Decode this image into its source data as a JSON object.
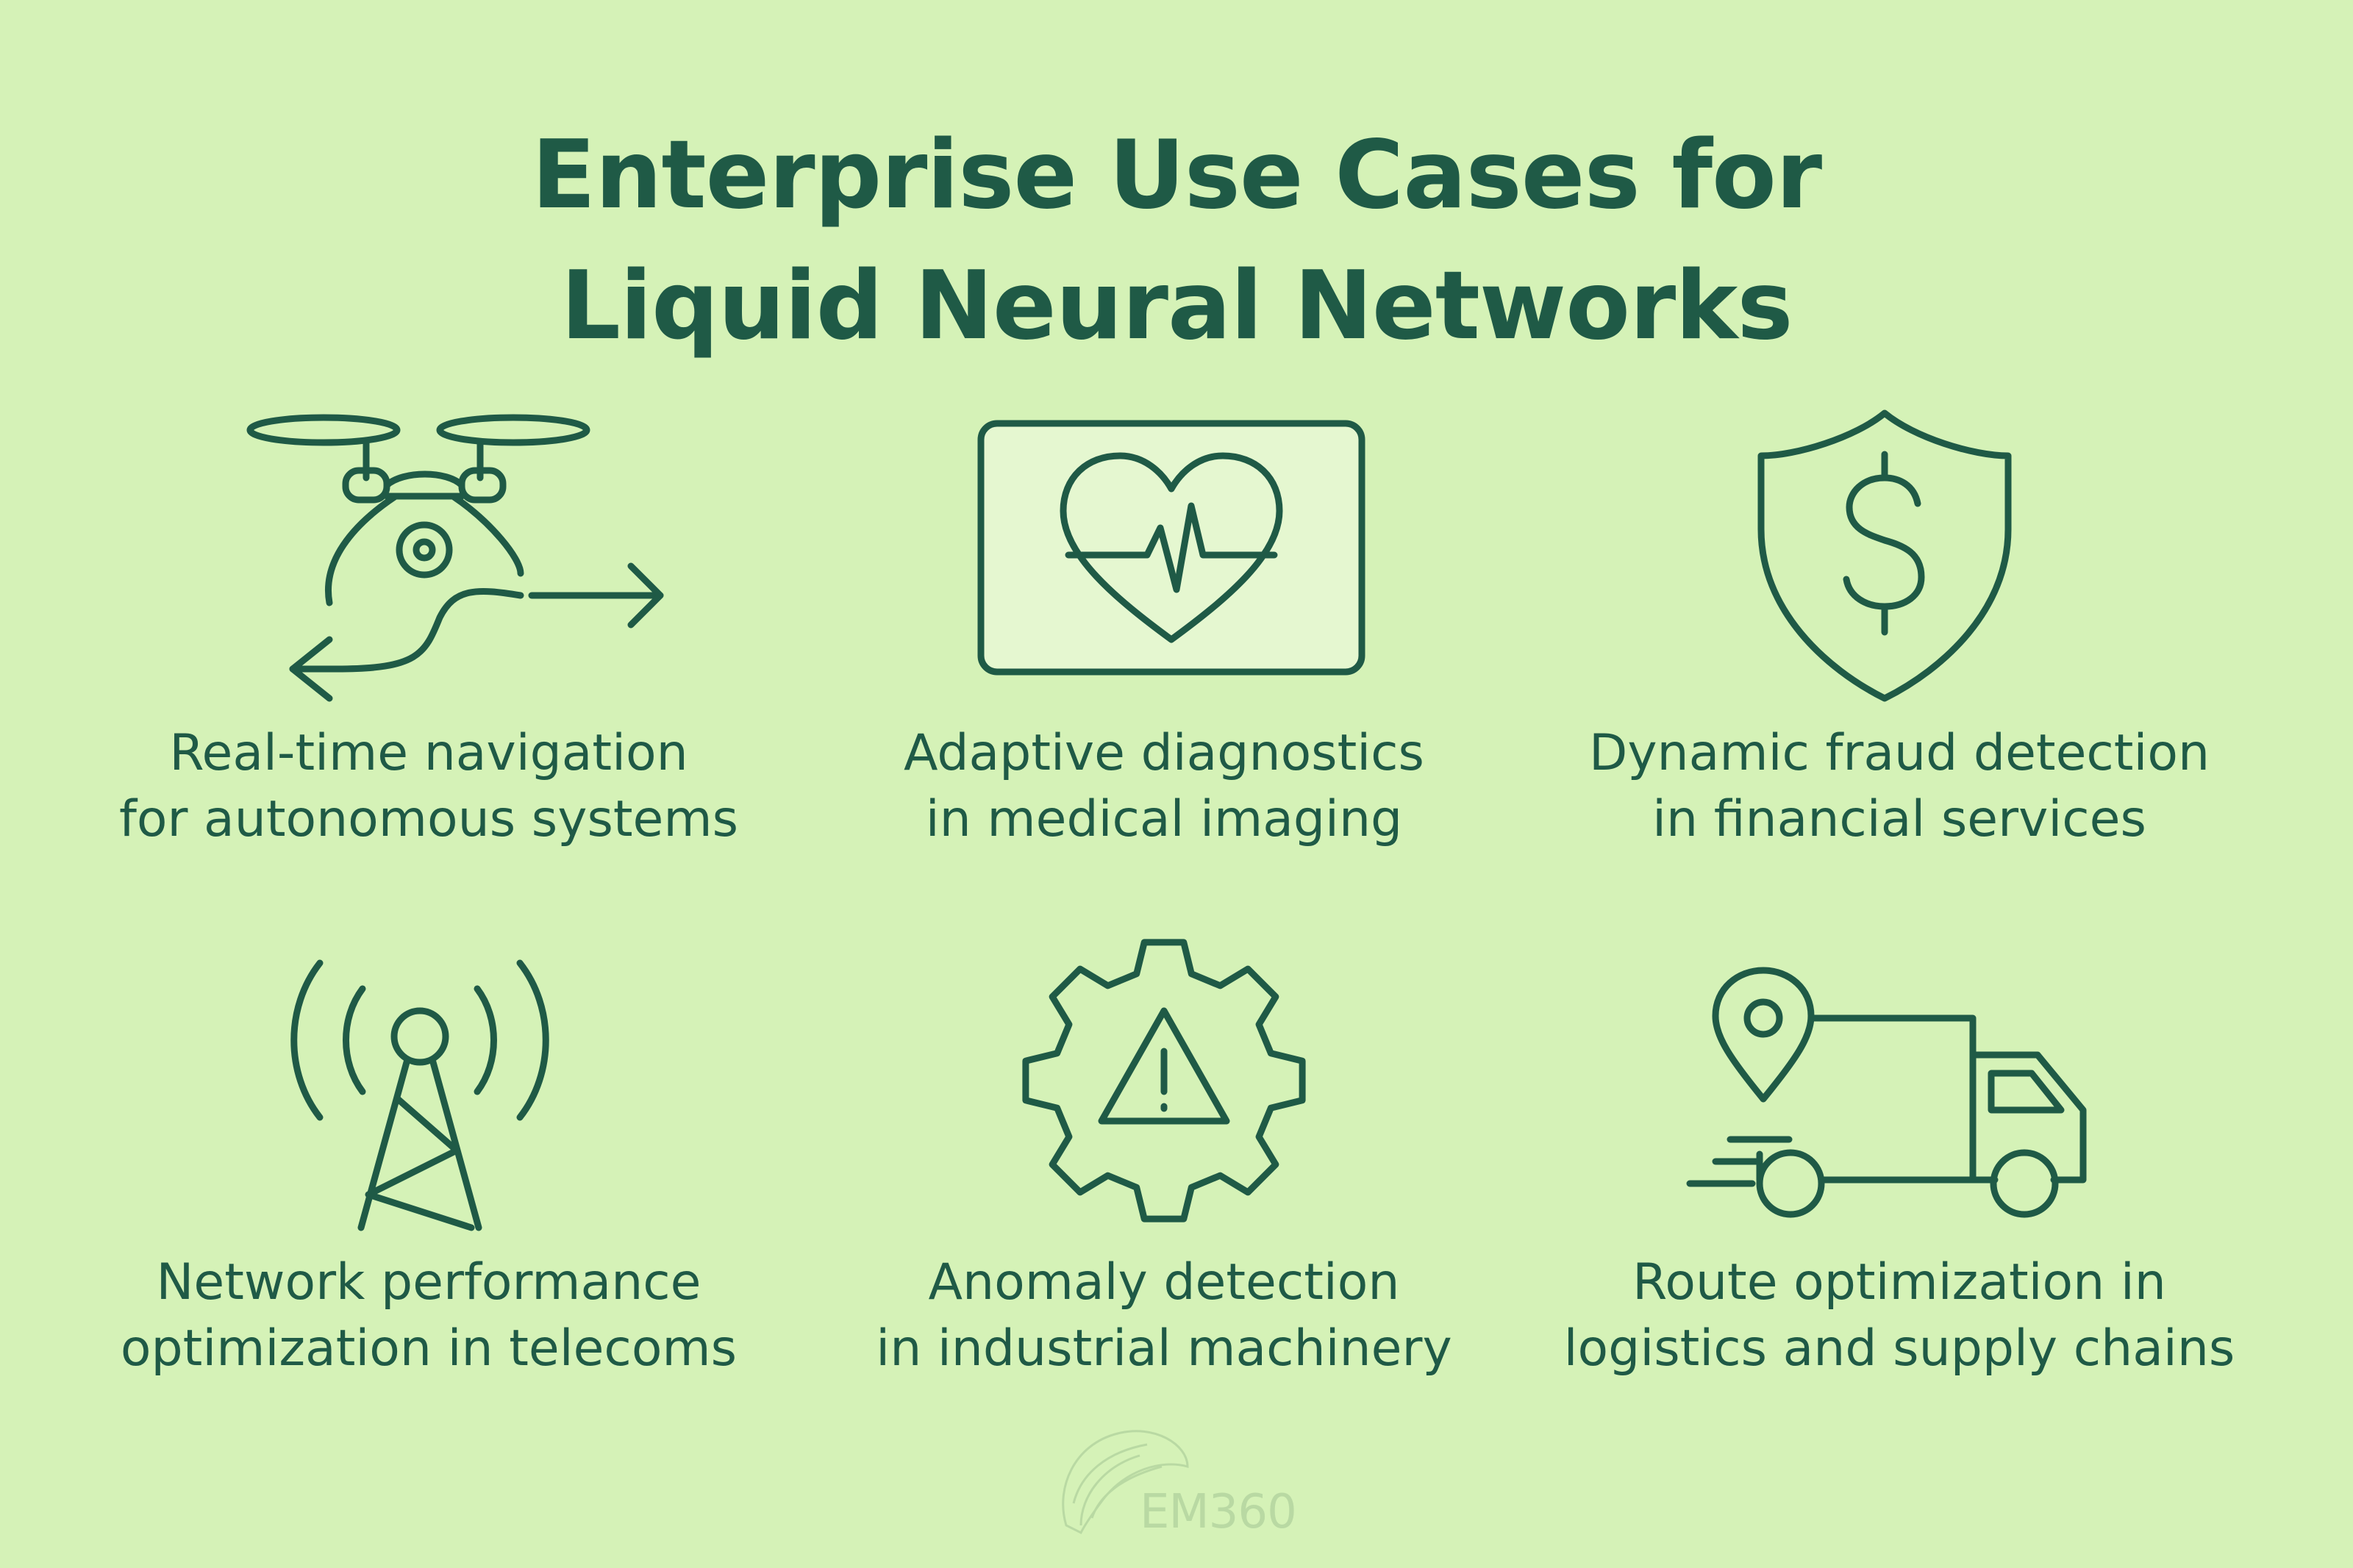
{
  "title": {
    "line1": "Enterprise Use Cases for",
    "line2": "Liquid Neural Networks"
  },
  "cards": [
    {
      "icon": "drone-navigation-icon",
      "line1": "Real-time navigation",
      "line2": "for autonomous systems"
    },
    {
      "icon": "heart-monitor-icon",
      "line1": "Adaptive diagnostics",
      "line2": "in medical imaging"
    },
    {
      "icon": "shield-dollar-icon",
      "line1": "Dynamic fraud detection",
      "line2": "in financial services"
    },
    {
      "icon": "signal-tower-icon",
      "line1": "Network performance",
      "line2": "optimization in telecoms"
    },
    {
      "icon": "gear-warning-icon",
      "line1": "Anomaly detection",
      "line2": "in industrial machinery"
    },
    {
      "icon": "delivery-truck-icon",
      "line1": "Route optimization in",
      "line2": "logistics and supply chains"
    }
  ],
  "logo": {
    "text": "EM360"
  },
  "colors": {
    "background": "#d5f2b7",
    "ink": "#1f5a46",
    "logo": "#b9d9a3"
  }
}
